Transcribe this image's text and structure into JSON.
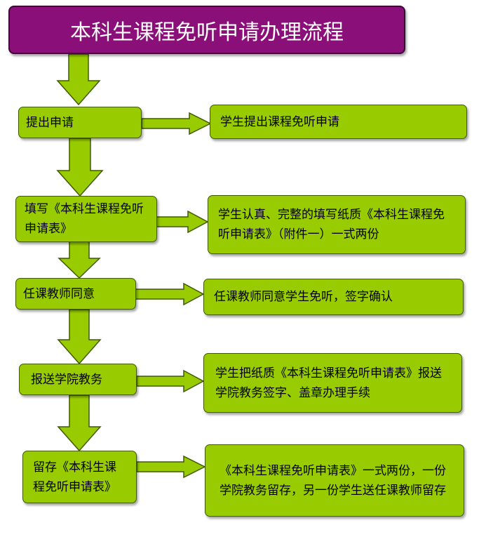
{
  "title": "本科生课程免听申请办理流程",
  "colors": {
    "title_bg": "#8a0f79",
    "box_fill": "#99cc00",
    "box_border": "#3f5a00"
  },
  "steps": [
    {
      "label": "提出申请",
      "description": "学生提出课程免听申请"
    },
    {
      "label": "填写《本科生课程免听申请表》",
      "description": "学生认真、完整的填写纸质《本科生课程免听申请表》（附件一）一式两份"
    },
    {
      "label": "任课教师同意",
      "description": "任课教师同意学生免听，签字确认"
    },
    {
      "label": "报送学院教务",
      "description": "学生把纸质《本科生课程免听申请表》报送学院教务签字、盖章办理手续"
    },
    {
      "label": "留存《本科生课程免听申请表》",
      "description": "《本科生课程免听申请表》一式两份，一份学院教务留存，另一份学生送任课教师留存"
    }
  ]
}
